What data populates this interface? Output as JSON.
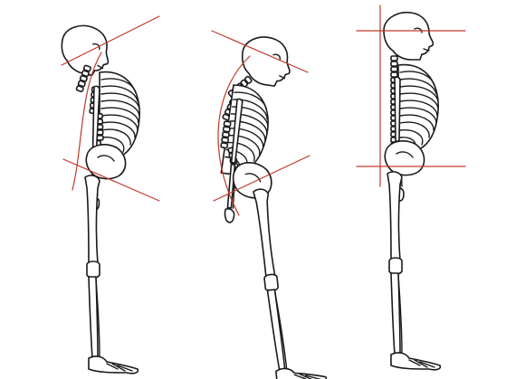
{
  "figure": {
    "background": "#ffffff",
    "bone_stroke": "#1a1a1a",
    "guide_color": "#c0392b",
    "panels": [
      {
        "id": "forward-head-posture"
      },
      {
        "id": "kyphotic-posture"
      },
      {
        "id": "neutral-posture"
      }
    ]
  }
}
